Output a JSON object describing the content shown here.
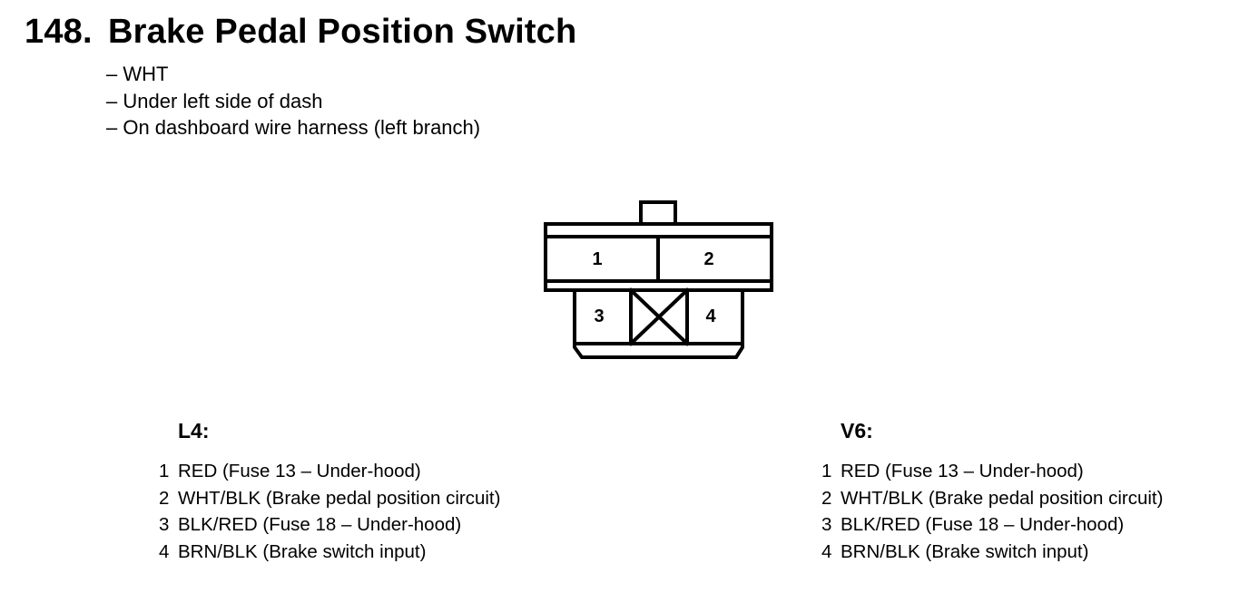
{
  "header": {
    "number": "148.",
    "title": "Brake Pedal Position Switch"
  },
  "notes": [
    "– WHT",
    "– Under left side of dash",
    "– On dashboard wire harness (left branch)"
  ],
  "connector": {
    "pins": [
      "1",
      "2",
      "3",
      "4"
    ]
  },
  "wiring": [
    {
      "heading": "L4:",
      "rows": [
        {
          "pin": "1",
          "desc": "RED (Fuse 13 – Under-hood)"
        },
        {
          "pin": "2",
          "desc": "WHT/BLK (Brake pedal position circuit)"
        },
        {
          "pin": "3",
          "desc": "BLK/RED (Fuse 18 – Under-hood)"
        },
        {
          "pin": "4",
          "desc": "BRN/BLK (Brake switch input)"
        }
      ]
    },
    {
      "heading": "V6:",
      "rows": [
        {
          "pin": "1",
          "desc": "RED (Fuse 13 – Under-hood)"
        },
        {
          "pin": "2",
          "desc": "WHT/BLK (Brake pedal position circuit)"
        },
        {
          "pin": "3",
          "desc": "BLK/RED (Fuse 18 – Under-hood)"
        },
        {
          "pin": "4",
          "desc": "BRN/BLK (Brake switch input)"
        }
      ]
    }
  ]
}
